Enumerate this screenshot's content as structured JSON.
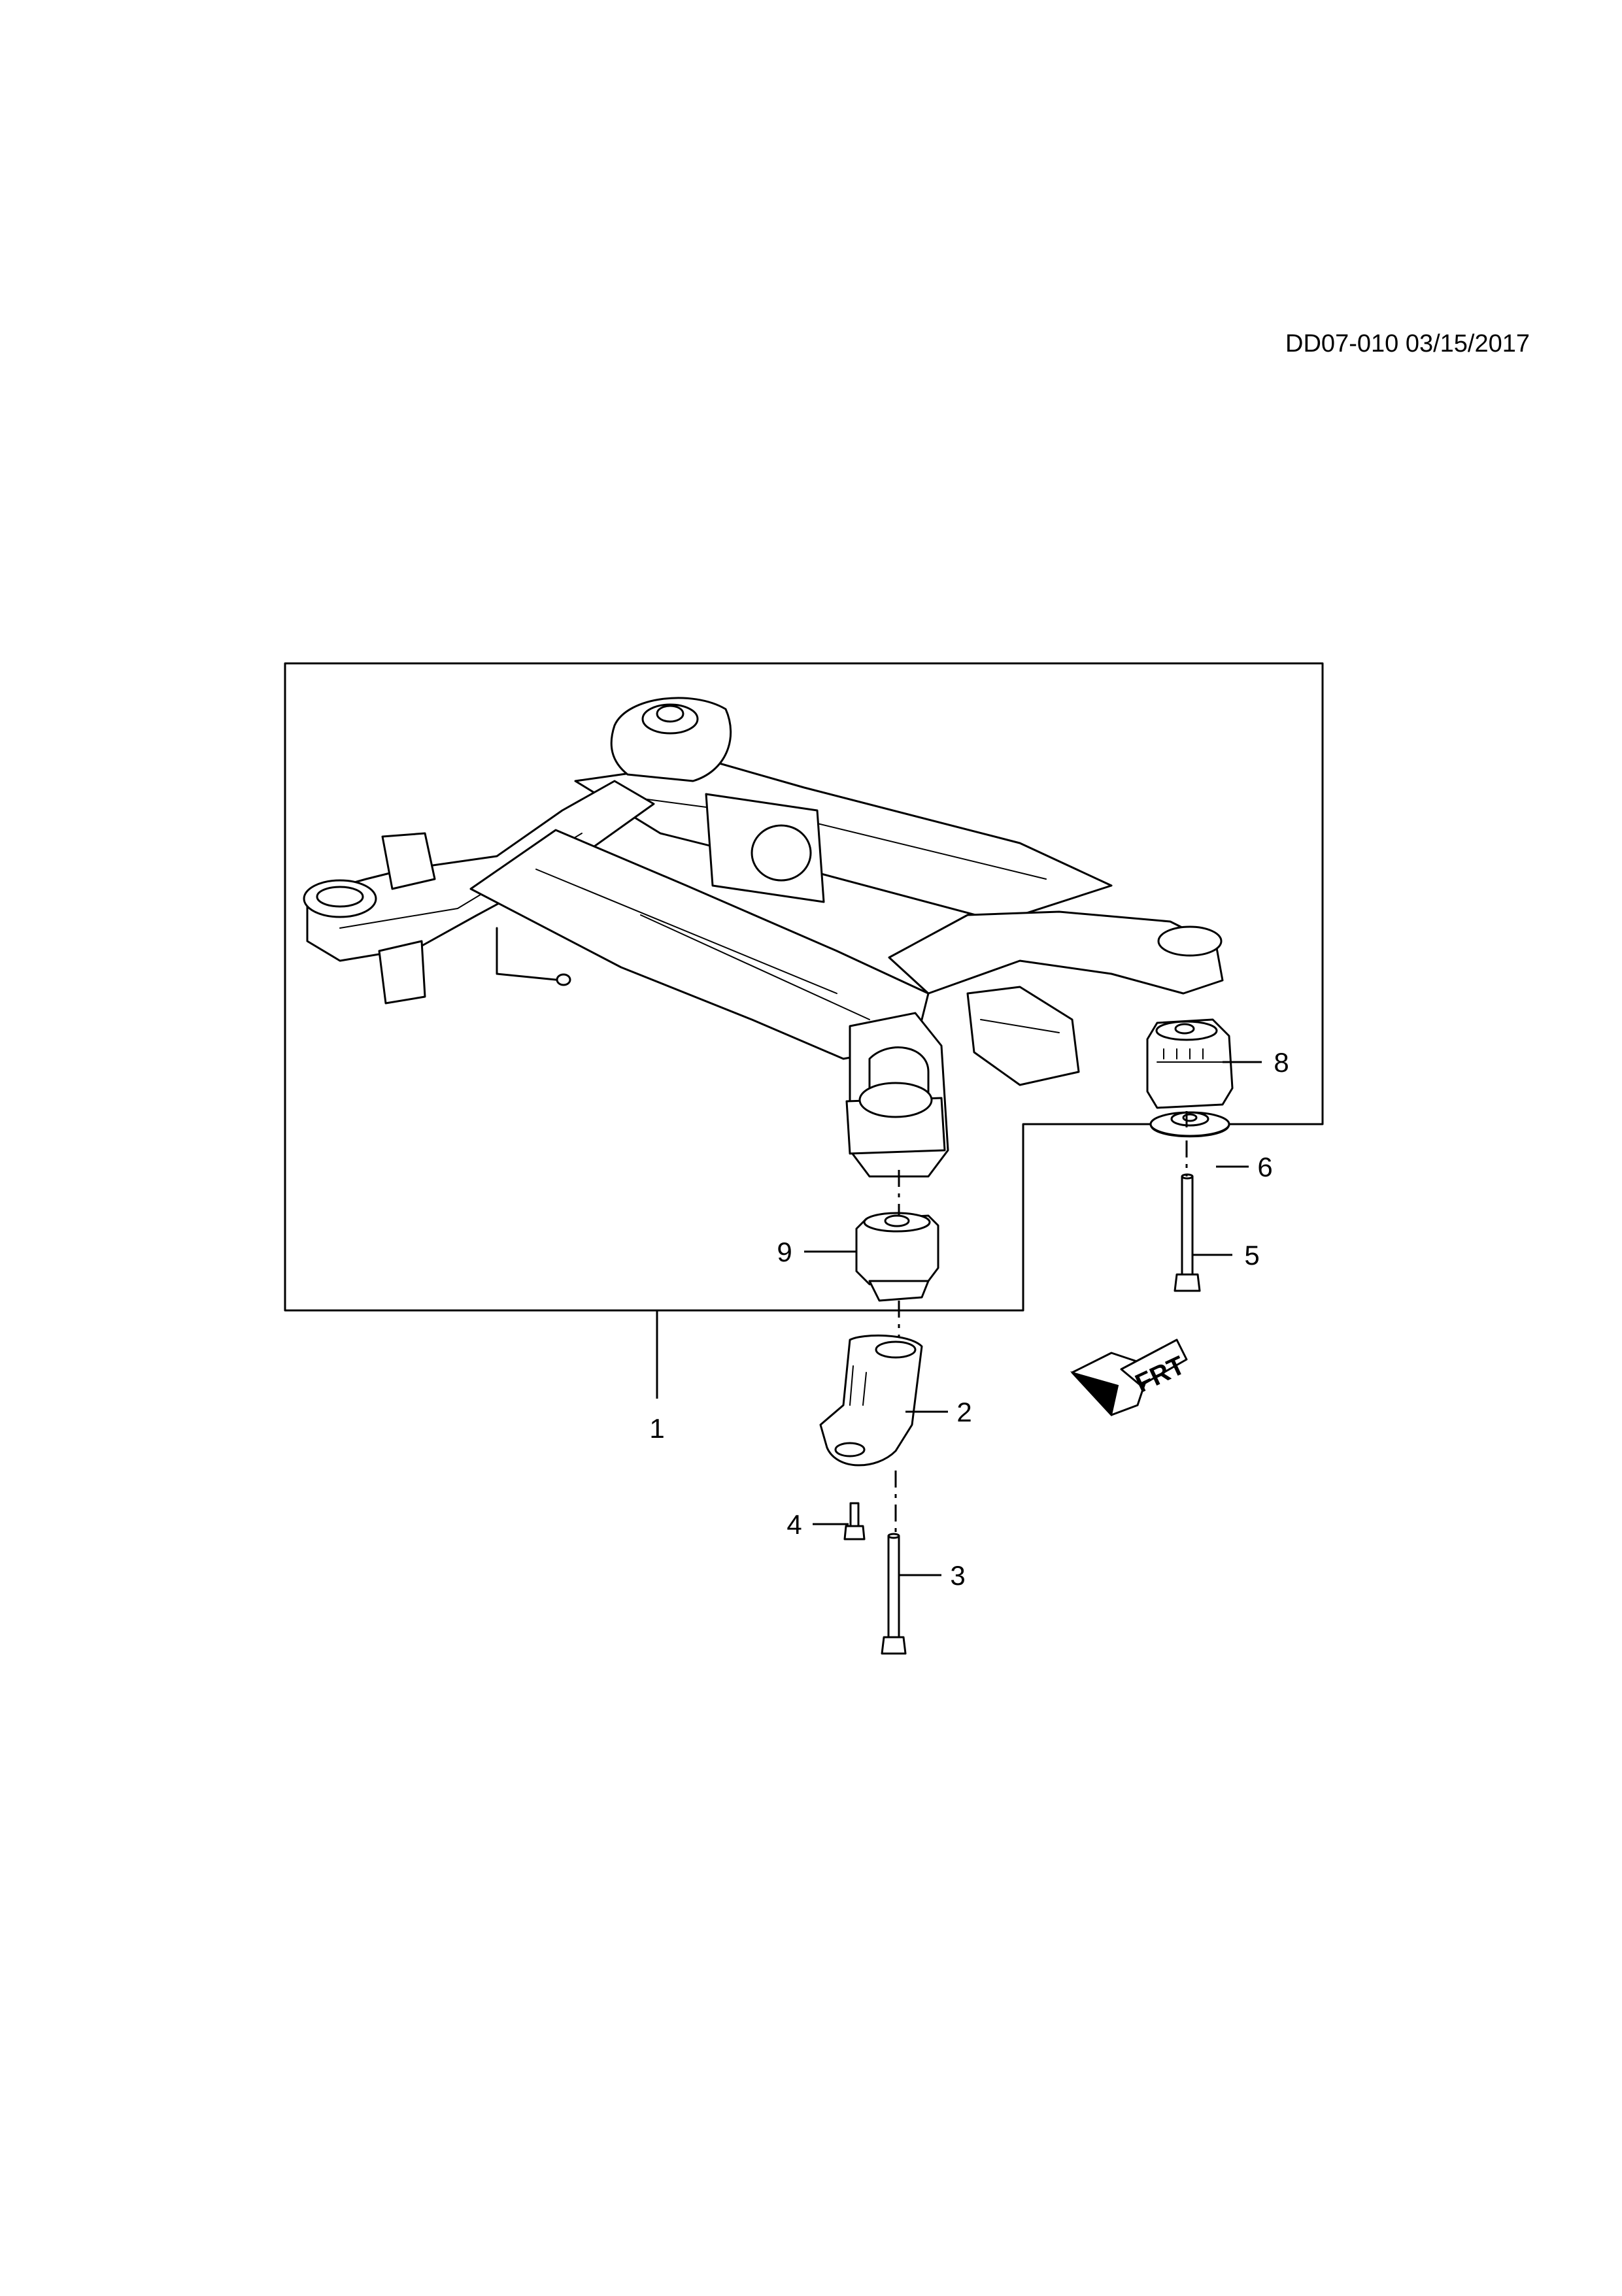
{
  "document_ref": "DD07-010 03/15/2017",
  "callouts": [
    {
      "id": "c1",
      "label": "1"
    },
    {
      "id": "c2",
      "label": "2"
    },
    {
      "id": "c3",
      "label": "3"
    },
    {
      "id": "c4",
      "label": "4"
    },
    {
      "id": "c5",
      "label": "5"
    },
    {
      "id": "c6",
      "label": "6"
    },
    {
      "id": "c8",
      "label": "8"
    },
    {
      "id": "c9",
      "label": "9"
    }
  ],
  "direction_symbol": {
    "text": "FRT",
    "icon": "front-direction-arrow-icon"
  }
}
